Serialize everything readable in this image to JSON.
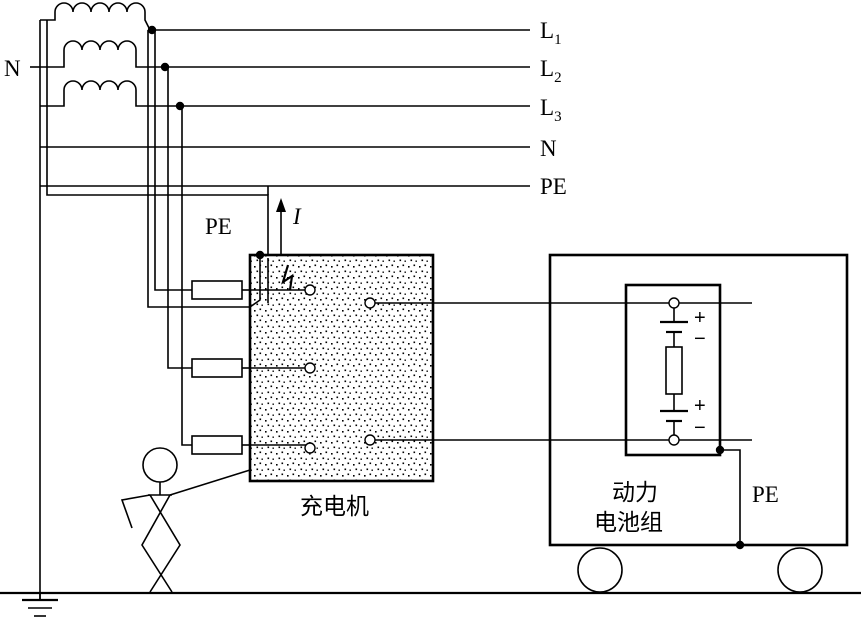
{
  "lines": {
    "l1_main": "L",
    "l1_sub": "1",
    "l2_main": "L",
    "l2_sub": "2",
    "l3_main": "L",
    "l3_sub": "3",
    "n_right": "N",
    "pe_right": "PE"
  },
  "labels": {
    "n_left": "N",
    "pe_mid": "PE",
    "current": "I",
    "charger": "充电机",
    "pack_line1": "动力",
    "pack_line2": "电池组",
    "pe_vehicle": "PE",
    "plus_top": "+",
    "minus_top": "−",
    "plus_bottom": "+",
    "minus_bottom": "−"
  },
  "icons": {
    "transformer": "transformer-coil-icon",
    "fault": "fault-lightning-icon",
    "ground": "ground-icon",
    "fuse": "fuse-icon",
    "person": "person-icon",
    "wheel": "wheel-icon"
  }
}
